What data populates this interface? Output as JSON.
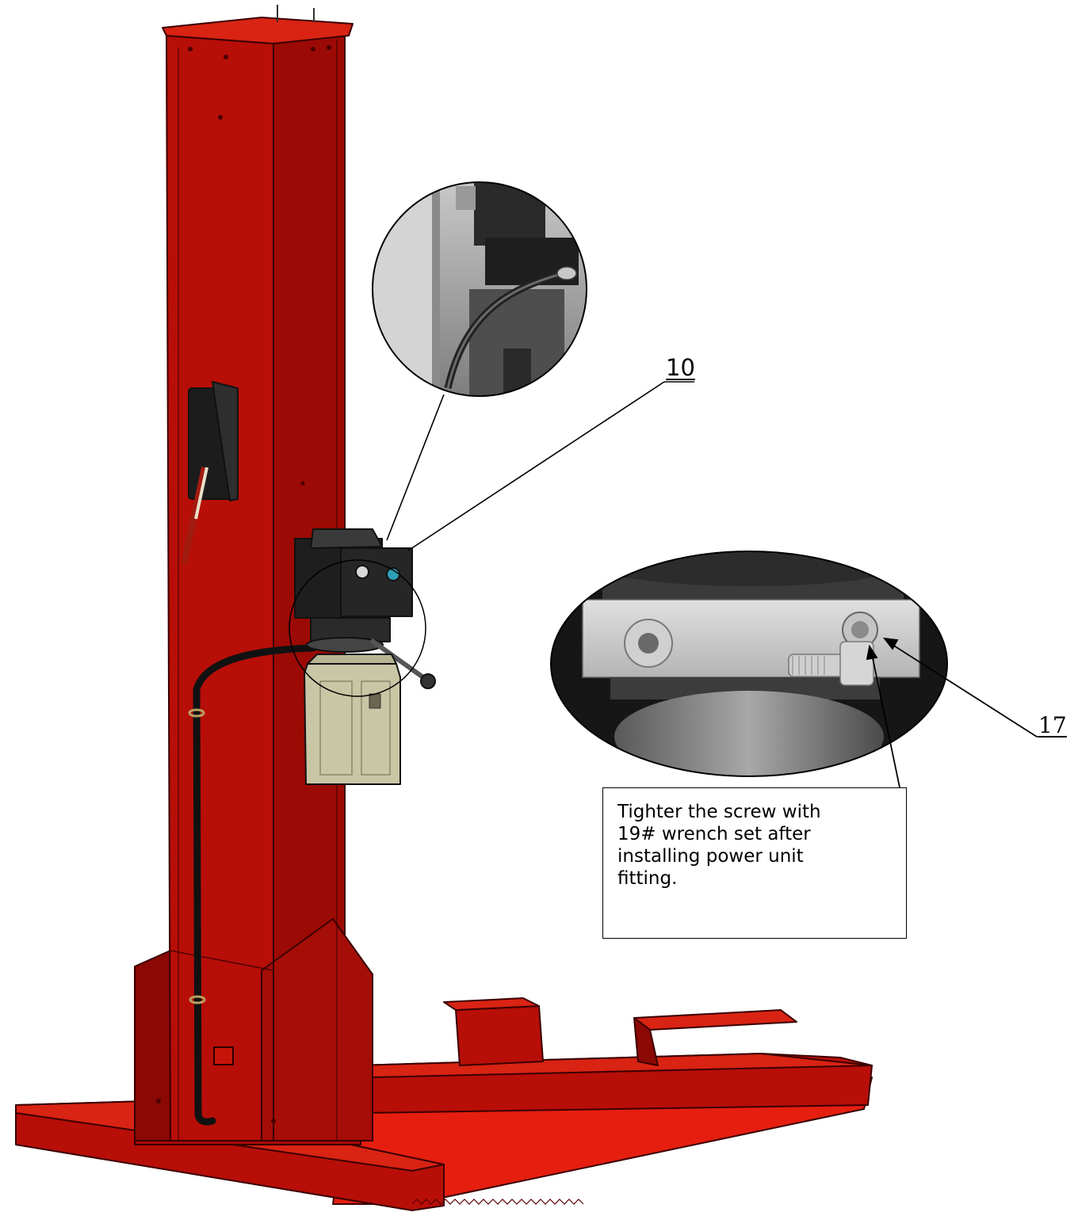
{
  "callouts": {
    "part_10": "10",
    "part_17": "17"
  },
  "note": {
    "text": "Tighter the screw with\n19# wrench set after\ninstalling power unit\nfitting."
  },
  "colors": {
    "frame_red": "#b70e08",
    "frame_red_dark": "#8a0904",
    "frame_red_light": "#d92313",
    "tank": "#c9c6a6",
    "motor": "#1e1e1e",
    "photo_gray": "#9a9a9a"
  }
}
